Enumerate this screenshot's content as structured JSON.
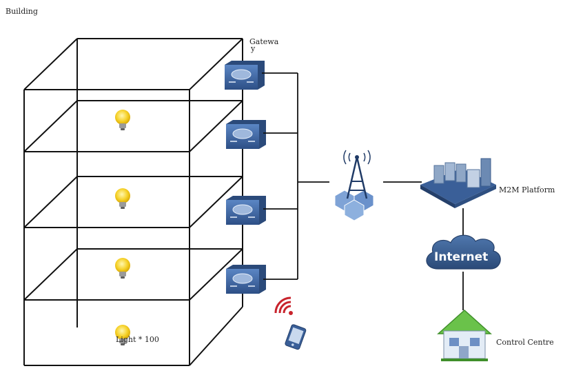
{
  "labels": {
    "building": "Building",
    "gateway": "Gatewa\ny",
    "light": "Light * 100",
    "m2m_platform": "M2M Platform",
    "internet": "Internet",
    "control_centre": "Control Centre"
  },
  "colors": {
    "gateway_body": "#3f68a6",
    "cloud": "#3a5d8f",
    "house_roof": "#6ac24a",
    "signal": "#c8232c",
    "bulb": "#f6d22b"
  }
}
